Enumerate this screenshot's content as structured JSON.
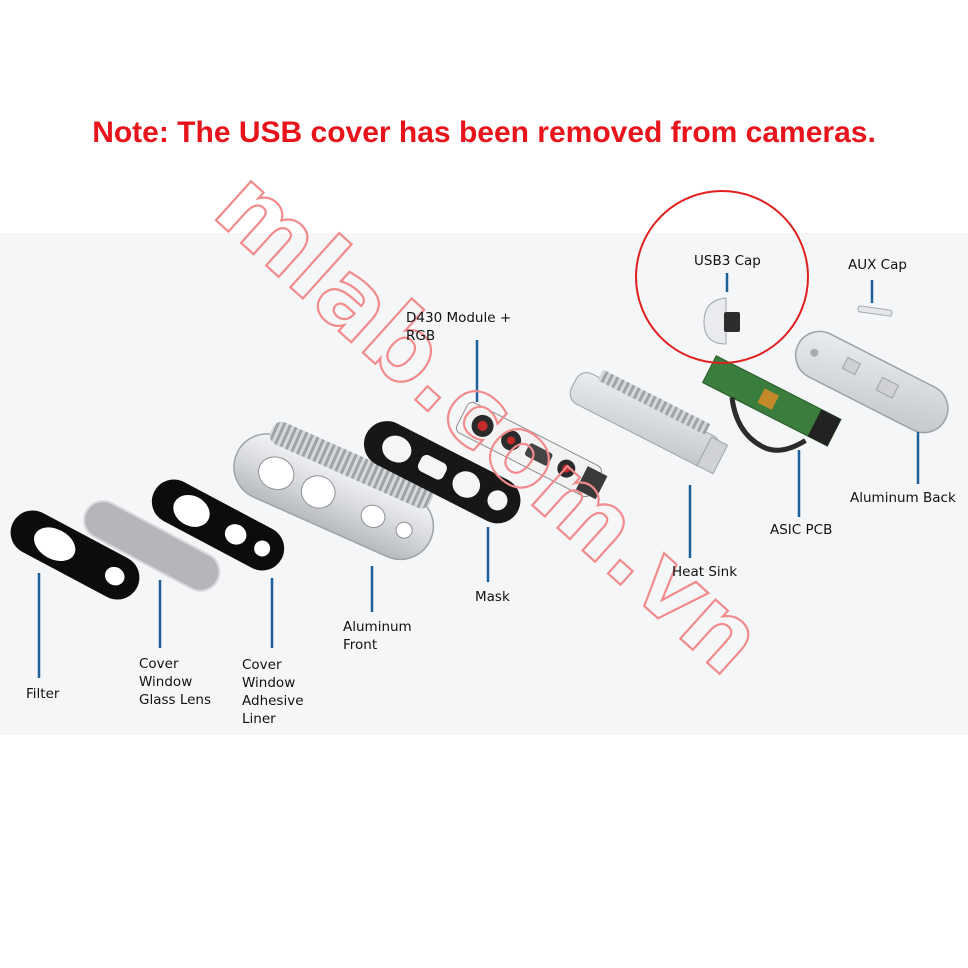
{
  "note": "Note: The USB cover has been removed from cameras.",
  "watermark": "mlab.com.vn",
  "colors": {
    "note": "#e8141b",
    "leader": "#1d5f98",
    "circle": "#e02020",
    "watermark": "#f28b8b"
  },
  "parts": {
    "filter": "Filter",
    "cover_window_glass_lens": "Cover\nWindow\nGlass Lens",
    "cover_window_adhesive_liner": "Cover\nWindow\nAdhesive\nLiner",
    "aluminum_front": "Aluminum\nFront",
    "mask": "Mask",
    "d430_module_rgb": "D430  Module +\nRGB",
    "heat_sink": "Heat Sink",
    "asic_pcb": "ASIC PCB",
    "usb3_cap": "USB3 Cap",
    "aux_cap": "AUX Cap",
    "aluminum_back": "Aluminum Back"
  }
}
